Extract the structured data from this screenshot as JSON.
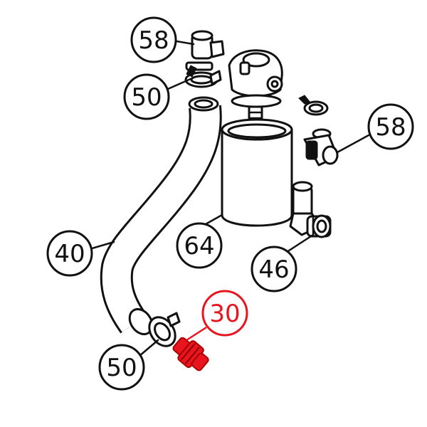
{
  "callouts": [
    {
      "id": "c58a",
      "label": "58"
    },
    {
      "id": "c50a",
      "label": "50"
    },
    {
      "id": "c58b",
      "label": "58"
    },
    {
      "id": "c40",
      "label": "40"
    },
    {
      "id": "c64",
      "label": "64"
    },
    {
      "id": "c46",
      "label": "46"
    },
    {
      "id": "c30",
      "label": "30",
      "highlight": true
    },
    {
      "id": "c50b",
      "label": "50"
    }
  ],
  "colors": {
    "line": "#111111",
    "highlight": "#e8141e",
    "background": "#ffffff"
  }
}
